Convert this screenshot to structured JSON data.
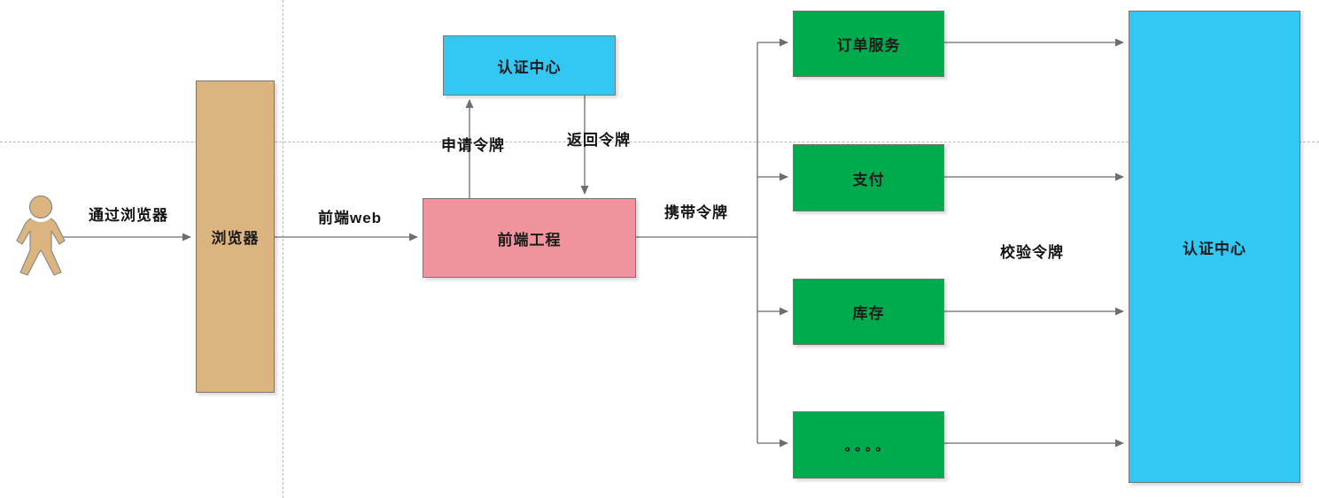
{
  "diagram": {
    "type": "flow-diagram",
    "description": "Token authentication flow: user -> browser -> frontend project -> services with token verified by auth center"
  },
  "colors": {
    "actor_fill": "#dbb480",
    "browser_fill": "#dbb480",
    "frontend_fill": "#f0939c",
    "auth_center_fill": "#33c7f4",
    "service_fill": "#00ab4e",
    "border": "#767676",
    "connector": "#6e6e6e",
    "guide_line": "#b9b9b9",
    "text": "#1c1c1c"
  },
  "nodes": {
    "actor": {
      "type": "person-figure"
    },
    "browser": {
      "label": "浏览器"
    },
    "auth_center_top": {
      "label": "认证中心"
    },
    "frontend": {
      "label": "前端工程"
    },
    "order_service": {
      "label": "订单服务"
    },
    "payment": {
      "label": "支付"
    },
    "inventory": {
      "label": "库存"
    },
    "more_services": {
      "label": "。。。。"
    },
    "auth_center_right": {
      "label": "认证中心"
    }
  },
  "edge_labels": {
    "via_browser": "通过浏览器",
    "frontend_web": "前端web",
    "request_token": "申请令牌",
    "return_token": "返回令牌",
    "carry_token": "携带令牌",
    "verify_token": "校验令牌"
  }
}
